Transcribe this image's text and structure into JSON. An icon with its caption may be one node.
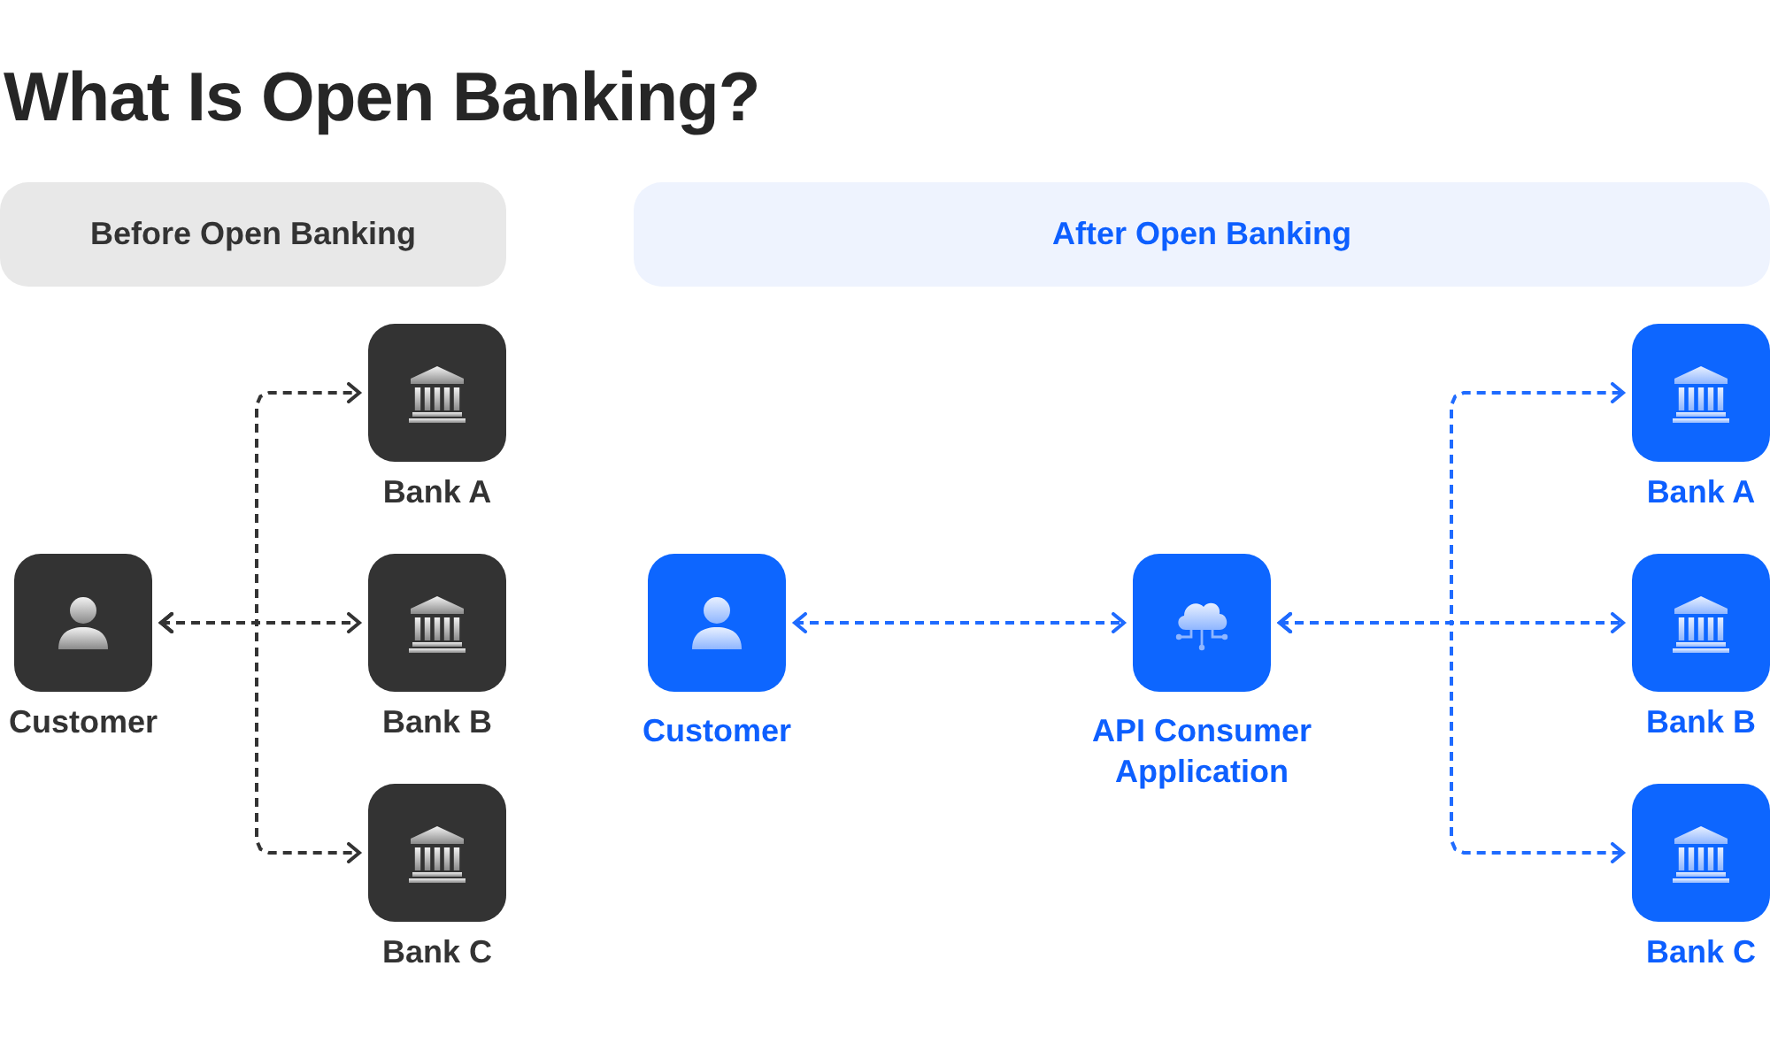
{
  "diagram": {
    "title": "What Is Open Banking?",
    "nodes": [
      {
        "text": [
          "Before Open Banking"
        ]
      },
      {
        "text": [
          "After Open Banking"
        ]
      },
      {
        "text": [
          "Customer"
        ]
      },
      {
        "text": [
          "Bank A"
        ]
      },
      {
        "text": [
          "Bank B"
        ]
      },
      {
        "text": [
          "Bank C"
        ]
      },
      {
        "text": [
          "Customer"
        ]
      },
      {
        "text": [
          "API Consumer Application"
        ]
      },
      {
        "text": [
          "Bank A"
        ]
      },
      {
        "text": [
          "Bank B"
        ]
      },
      {
        "text": [
          "Bank C"
        ]
      }
    ],
    "edges": [
      {
        "from": 2,
        "to": 3,
        "arrow": "both",
        "color": "#333333"
      },
      {
        "from": 2,
        "to": 4,
        "arrow": "both",
        "color": "#333333"
      },
      {
        "from": 2,
        "to": 5,
        "arrow": "both",
        "color": "#333333"
      },
      {
        "from": 6,
        "to": 7,
        "arrow": "both"
      },
      {
        "from": 7,
        "to": 8,
        "arrow": "both"
      },
      {
        "from": 7,
        "to": 9,
        "arrow": "both"
      },
      {
        "from": 7,
        "to": 10,
        "arrow": "both"
      }
    ]
  }
}
